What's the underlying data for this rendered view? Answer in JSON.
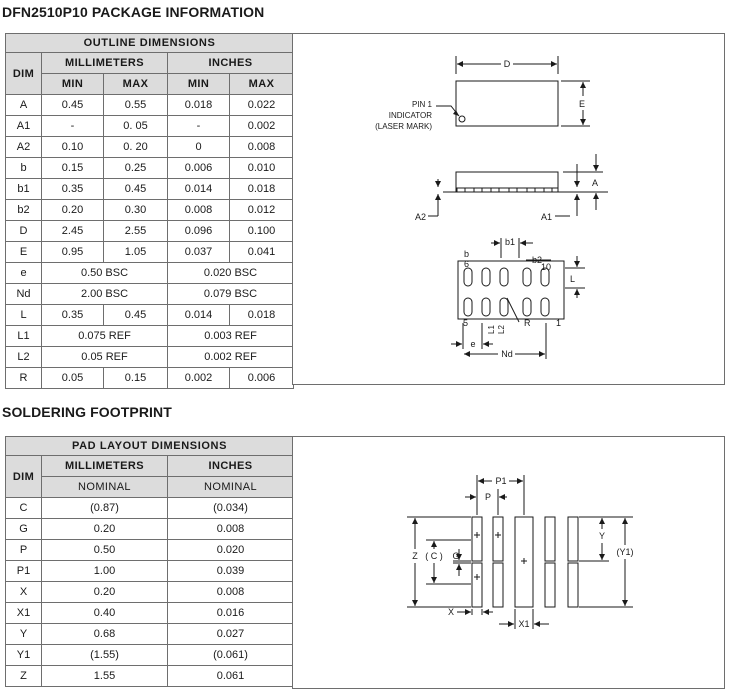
{
  "package": {
    "title": "DFN2510P10 PACKAGE INFORMATION",
    "table": {
      "header": "OUTLINE DIMENSIONS",
      "dim": "DIM",
      "mm": "MILLIMETERS",
      "in": "INCHES",
      "min": "MIN",
      "max": "MAX",
      "rows": [
        {
          "dim": "A",
          "mm_min": "0.45",
          "mm_max": "0.55",
          "in_min": "0.018",
          "in_max": "0.022"
        },
        {
          "dim": "A1",
          "mm_min": "-",
          "mm_max": "0. 05",
          "in_min": "-",
          "in_max": "0.002"
        },
        {
          "dim": "A2",
          "mm_min": "0.10",
          "mm_max": "0. 20",
          "in_min": "0",
          "in_max": "0.008"
        },
        {
          "dim": "b",
          "mm_min": "0.15",
          "mm_max": "0.25",
          "in_min": "0.006",
          "in_max": "0.010"
        },
        {
          "dim": "b1",
          "mm_min": "0.35",
          "mm_max": "0.45",
          "in_min": "0.014",
          "in_max": "0.018"
        },
        {
          "dim": "b2",
          "mm_min": "0.20",
          "mm_max": "0.30",
          "in_min": "0.008",
          "in_max": "0.012"
        },
        {
          "dim": "D",
          "mm_min": "2.45",
          "mm_max": "2.55",
          "in_min": "0.096",
          "in_max": "0.100"
        },
        {
          "dim": "E",
          "mm_min": "0.95",
          "mm_max": "1.05",
          "in_min": "0.037",
          "in_max": "0.041"
        },
        {
          "dim": "e",
          "mm": "0.50 BSC",
          "in": "0.020 BSC"
        },
        {
          "dim": "Nd",
          "mm": "2.00 BSC",
          "in": "0.079 BSC"
        },
        {
          "dim": "L",
          "mm_min": "0.35",
          "mm_max": "0.45",
          "in_min": "0.014",
          "in_max": "0.018"
        },
        {
          "dim": "L1",
          "mm": "0.075 REF",
          "in": "0.003 REF"
        },
        {
          "dim": "L2",
          "mm": "0.05 REF",
          "in": "0.002 REF"
        },
        {
          "dim": "R",
          "mm_min": "0.05",
          "mm_max": "0.15",
          "in_min": "0.002",
          "in_max": "0.006"
        }
      ]
    },
    "drawing": {
      "D": "D",
      "E": "E",
      "A": "A",
      "A1": "A1",
      "A2": "A2",
      "pin1_l1": "PIN 1",
      "pin1_l2": "INDICATOR",
      "pin1_l3": "(LASER MARK)",
      "b": "b",
      "b1": "b1",
      "b2": "b2",
      "L": "L",
      "L1": "L1",
      "L2": "L2",
      "R": "R",
      "e": "e",
      "Nd": "Nd",
      "n6": "6",
      "n10": "10",
      "n5": "5",
      "n1": "1"
    }
  },
  "footprint": {
    "title": "SOLDERING FOOTPRINT",
    "table": {
      "header": "PAD LAYOUT DIMENSIONS",
      "dim": "DIM",
      "mm": "MILLIMETERS",
      "in": "INCHES",
      "nominal": "NOMINAL",
      "rows": [
        {
          "dim": "C",
          "mm": "(0.87)",
          "in": "(0.034)"
        },
        {
          "dim": "G",
          "mm": "0.20",
          "in": "0.008"
        },
        {
          "dim": "P",
          "mm": "0.50",
          "in": "0.020"
        },
        {
          "dim": "P1",
          "mm": "1.00",
          "in": "0.039"
        },
        {
          "dim": "X",
          "mm": "0.20",
          "in": "0.008"
        },
        {
          "dim": "X1",
          "mm": "0.40",
          "in": "0.016"
        },
        {
          "dim": "Y",
          "mm": "0.68",
          "in": "0.027"
        },
        {
          "dim": "Y1",
          "mm": "(1.55)",
          "in": "(0.061)"
        },
        {
          "dim": "Z",
          "mm": "1.55",
          "in": "0.061"
        }
      ]
    },
    "drawing": {
      "P1": "P1",
      "P": "P",
      "Z": "Z",
      "C": "( C )",
      "G": "G",
      "Y": "Y",
      "Y1": "(Y1)",
      "X": "X",
      "X1": "X1"
    }
  }
}
